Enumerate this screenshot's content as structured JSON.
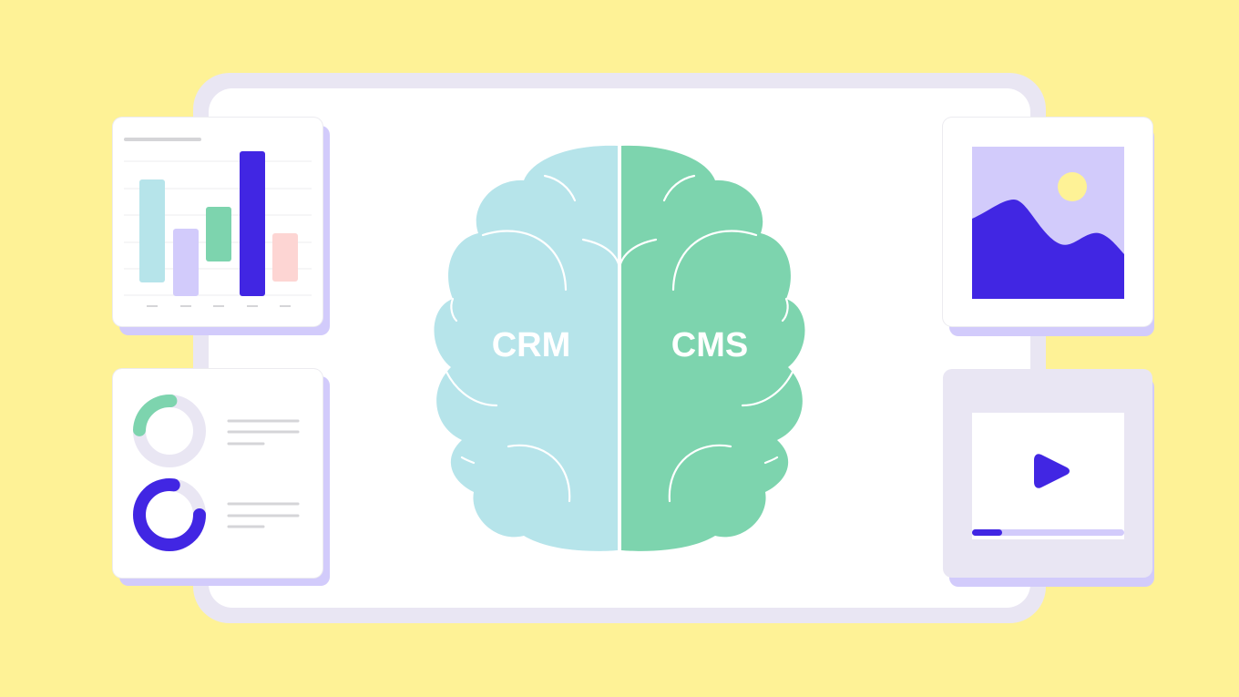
{
  "colors": {
    "background": "#fef296",
    "frame": "#e9e6f3",
    "card_shadow": "#d2cbfb",
    "brain_left": "#b6e4ea",
    "brain_right": "#7dd4ae",
    "accent": "#4126e3",
    "gray_line": "#d5d5d8"
  },
  "brain": {
    "left_label": "CRM",
    "right_label": "CMS"
  },
  "bar_chart_card": {
    "title_placeholder": "",
    "chart_data": {
      "type": "bar",
      "title": "",
      "categories": [
        "",
        "",
        "",
        "",
        ""
      ],
      "series": [
        {
          "name": "bar-1",
          "color": "#b6e4ea",
          "bottom": 0.2,
          "top": 0.8
        },
        {
          "name": "bar-2",
          "color": "#d2cbfb",
          "bottom": 0.0,
          "top": 0.55
        },
        {
          "name": "bar-3",
          "color": "#7dd4ae",
          "bottom": 0.25,
          "top": 0.65
        },
        {
          "name": "bar-4",
          "color": "#4126e3",
          "bottom": 0.0,
          "top": 1.0
        },
        {
          "name": "bar-5",
          "color": "#fdd5d3",
          "bottom": 0.1,
          "top": 0.5
        }
      ]
    }
  },
  "donut_card": {
    "donuts": [
      {
        "name": "donut-1",
        "color": "#7dd4ae",
        "percent": 25
      },
      {
        "name": "donut-2",
        "color": "#4126e3",
        "percent": 80
      }
    ]
  },
  "image_card": {
    "icon": "image-placeholder-icon"
  },
  "video_card": {
    "icon": "play-icon",
    "progress_percent": 20
  }
}
